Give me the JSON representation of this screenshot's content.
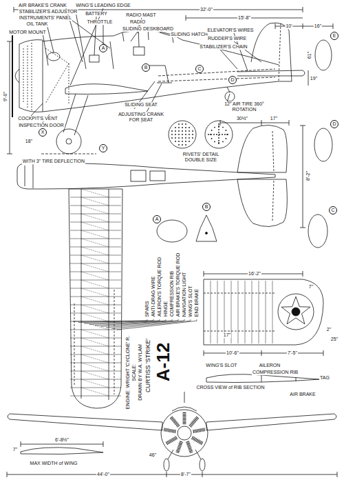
{
  "diagram": {
    "title": "A-12",
    "labels": [
      "AIR BRAKE'S CRANK",
      "STABILIZER'S ADJUSTOR",
      "INSTRUMENTS' PANEL",
      "OIL TANK",
      "MOTOR MOUNT",
      "WING'S LEADING EDGE",
      "BATTERY",
      "THROTTLE",
      "RADIO MAST",
      "RADIO",
      "SLIDING DESKBOARD",
      "SLIDING HATCH",
      "ELEVATOR'S WIRES",
      "RUDDER'S WIRE",
      "STABILIZER'S CHAIN",
      "32'-0\"",
      "15'-8\"",
      "10'",
      "16\"",
      "61\"",
      "19\"",
      "COCKPIT'S VENT",
      "INSPECTION DOOR",
      "9'-0\"",
      "18\"",
      "WITH 3\" TIRE DEFLECTION",
      "SLIDING SEAT",
      "ADJUSTING CRANK FOR SEAT",
      "12\" AIR TIRE 360° ROTATION",
      "RIVETS' DETAIL DOUBLE SIZE",
      "30½\"",
      "17\"",
      "8'-2\"",
      "A",
      "B",
      "C",
      "D",
      "X",
      "Y",
      "A",
      "B",
      "C",
      "D",
      "E",
      "SPARS",
      "ANTI-DRAG WIRE",
      "AILERON'S TORQUE ROD",
      "HINGE",
      "COMPRESSION RIB",
      "AIR BRAKE'S TORQUE ROD",
      "NAVIGATION LIGHT",
      "WING'S SLOT",
      "END BRAKE",
      "ENGINE: WRIGHT 'CYCLONE' R.",
      "SCALE:",
      "DRAWN BY W.A. WYLAM",
      "CURTISS 'STRIKE'",
      "16'-2\"",
      "7\"",
      "17\"",
      "10'-6\"",
      "7'-5\"",
      "2\"",
      "25\"",
      "WING'S SLOT",
      "AILERON",
      "COMPRESSION RIB",
      "TAG",
      "CROSS VIEW of RIB SECTION",
      "AIR BRAKE",
      "6'-8½\"",
      "7\"",
      "MAX WIDTH of WING",
      "46\"",
      "44'-0\"",
      "8'-7\""
    ]
  }
}
